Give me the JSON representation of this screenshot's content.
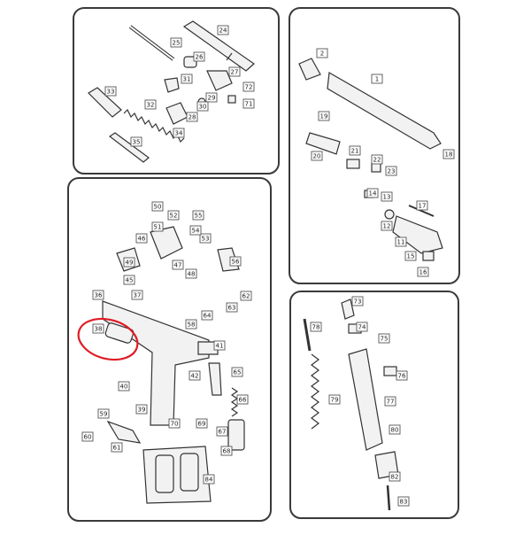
{
  "highlight": {
    "label": "38",
    "color": "#e01b24"
  },
  "panels": [
    {
      "id": "top-left",
      "labels": [
        "24",
        "25",
        "26",
        "27",
        "31",
        "28",
        "29",
        "30",
        "32",
        "33",
        "34",
        "35",
        "71",
        "72"
      ]
    },
    {
      "id": "top-right",
      "labels": [
        "1",
        "2",
        "17",
        "18",
        "19",
        "20",
        "21",
        "22",
        "23",
        "14",
        "13",
        "12",
        "11",
        "15",
        "16"
      ]
    },
    {
      "id": "bottom-left",
      "labels": [
        "50",
        "52",
        "55",
        "51",
        "53",
        "54",
        "46",
        "49",
        "47",
        "48",
        "56",
        "45",
        "37",
        "36",
        "38",
        "39",
        "40",
        "41",
        "42",
        "58",
        "62",
        "63",
        "64",
        "65",
        "66",
        "67",
        "68",
        "69",
        "70",
        "59",
        "60",
        "61",
        "84"
      ]
    },
    {
      "id": "bottom-right",
      "labels": [
        "73",
        "74",
        "75",
        "76",
        "77",
        "78",
        "79",
        "80",
        "82",
        "83"
      ]
    }
  ]
}
